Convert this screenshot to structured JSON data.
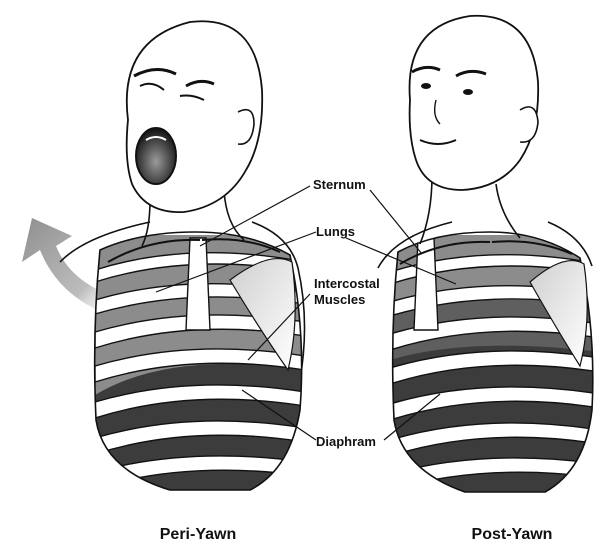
{
  "labels": {
    "sternum": "Sternum",
    "lungs": "Lungs",
    "intercostal_line1": "Intercostal",
    "intercostal_line2": "Muscles",
    "diaphragm": "Diaphram"
  },
  "captions": {
    "left": "Peri-Yawn",
    "right": "Post-Yawn"
  },
  "colors": {
    "outline": "#111111",
    "lung_fill": "#8c8c8c",
    "intercostal_fill": "#5f5f5f",
    "diaphragm_fill": "#3c3c3c",
    "rib_fill": "#ffffff",
    "skin": "#ffffff",
    "arrow": "#9a9a9a"
  }
}
